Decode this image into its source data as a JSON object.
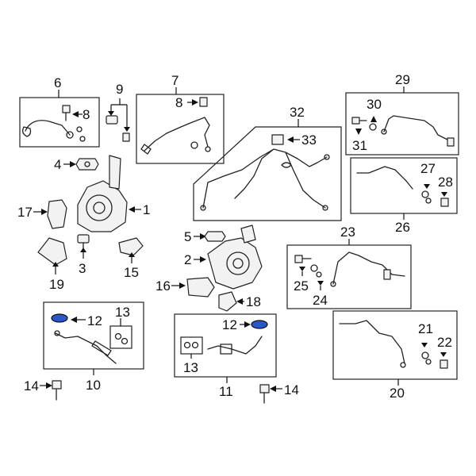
{
  "diagram": {
    "accent_color": "#2a57c8",
    "callouts": {
      "c1": "1",
      "c2": "2",
      "c3": "3",
      "c4": "4",
      "c5": "5",
      "c6": "6",
      "c7": "7",
      "c8a": "8",
      "c8b": "8",
      "c9": "9",
      "c10": "10",
      "c11": "11",
      "c12a": "12",
      "c12b": "12",
      "c13a": "13",
      "c13b": "13",
      "c14a": "14",
      "c14b": "14",
      "c15": "15",
      "c16": "16",
      "c17": "17",
      "c18": "18",
      "c19": "19",
      "c20": "20",
      "c21": "21",
      "c22": "22",
      "c23": "23",
      "c24": "24",
      "c25": "25",
      "c26": "26",
      "c27": "27",
      "c28": "28",
      "c29": "29",
      "c30": "30",
      "c31": "31",
      "c32": "32",
      "c33": "33"
    }
  }
}
